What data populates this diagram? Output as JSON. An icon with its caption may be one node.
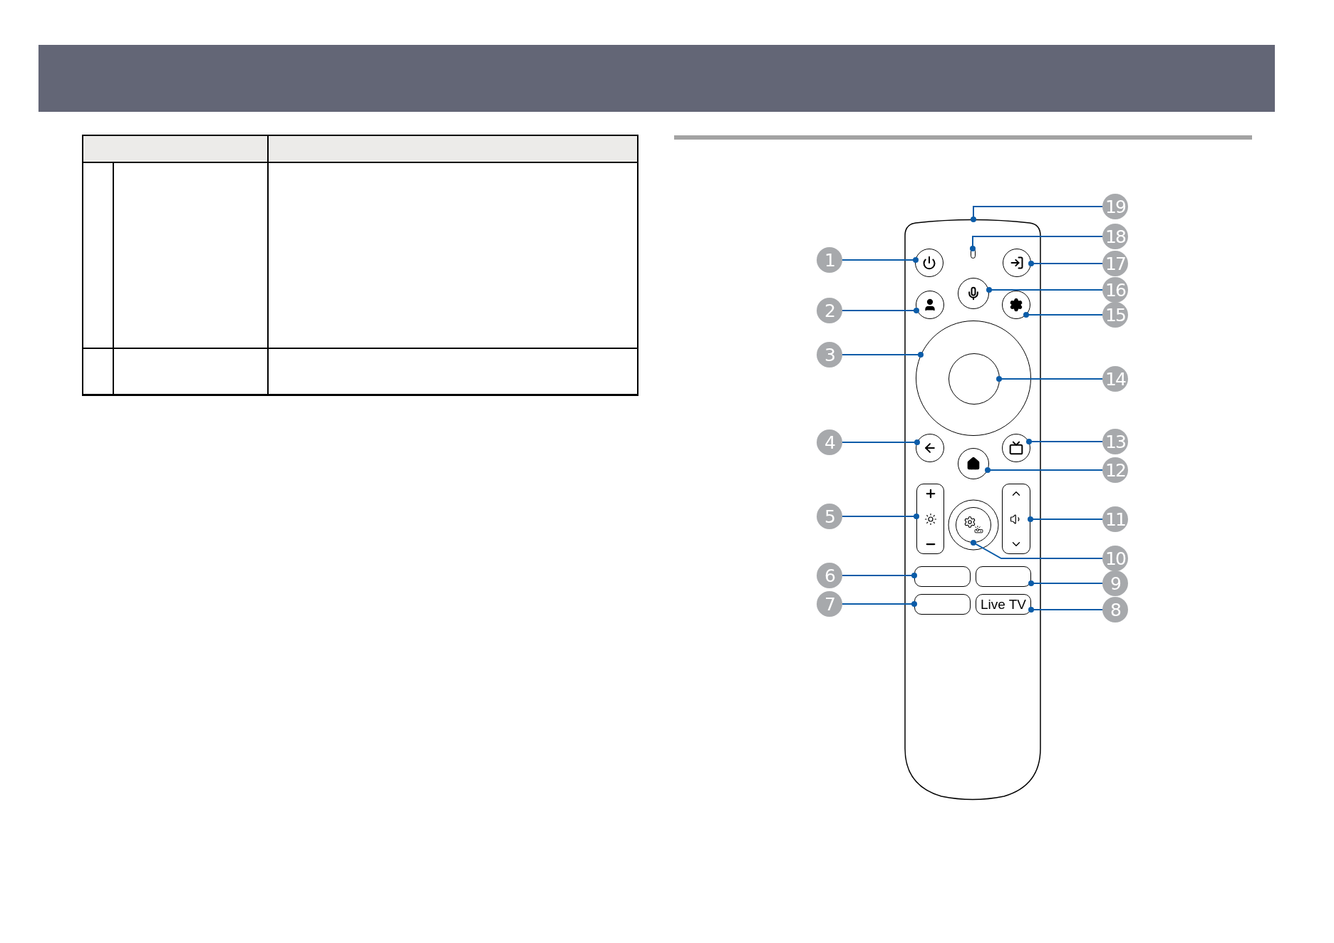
{
  "diagram": {
    "nodes": [
      {
        "text": [],
        "shape": "box"
      },
      {
        "text": [],
        "shape": "bar",
        "in": 0
      },
      {
        "text": [],
        "shape": "circle",
        "in": 0
      },
      {
        "text": [],
        "shape": "circle",
        "in": 0
      },
      {
        "text": [],
        "shape": "circle",
        "in": 0
      },
      {
        "text": [],
        "shape": "circle",
        "in": 0
      },
      {
        "text": [],
        "shape": "circle",
        "in": 0
      },
      {
        "text": [],
        "shape": "circle",
        "in": 0
      },
      {
        "text": [],
        "shape": "circle",
        "in": 7
      },
      {
        "text": [],
        "shape": "circle",
        "in": 0
      },
      {
        "text": [],
        "shape": "circle",
        "in": 0
      },
      {
        "text": [],
        "shape": "circle",
        "in": 0
      },
      {
        "text": [],
        "shape": "box",
        "in": 0
      },
      {
        "text": [],
        "shape": "circle",
        "in": 0
      },
      {
        "text": [],
        "shape": "box",
        "in": 0
      },
      {
        "text": [],
        "shape": "box",
        "in": 0
      },
      {
        "text": [],
        "shape": "box",
        "in": 0
      },
      {
        "text": [],
        "shape": "box",
        "in": 0
      },
      {
        "text": [
          "Live TV"
        ],
        "in": 0
      },
      {
        "text": [
          "1"
        ]
      },
      {
        "text": [
          "2"
        ]
      },
      {
        "text": [
          "3"
        ]
      },
      {
        "text": [
          "4"
        ]
      },
      {
        "text": [
          "5"
        ]
      },
      {
        "text": [
          "6"
        ]
      },
      {
        "text": [
          "7"
        ]
      },
      {
        "text": [
          "8"
        ]
      },
      {
        "text": [
          "9"
        ]
      },
      {
        "text": [
          "10"
        ]
      },
      {
        "text": [
          "11"
        ]
      },
      {
        "text": [
          "12"
        ]
      },
      {
        "text": [
          "13"
        ]
      },
      {
        "text": [
          "14"
        ]
      },
      {
        "text": [
          "15"
        ]
      },
      {
        "text": [
          "16"
        ]
      },
      {
        "text": [
          "17"
        ]
      },
      {
        "text": [
          "18"
        ]
      },
      {
        "text": [
          "19"
        ]
      }
    ],
    "edges": [
      {
        "from": 19,
        "to": 2,
        "arrow": "other"
      },
      {
        "from": 20,
        "to": 5,
        "arrow": "other"
      },
      {
        "from": 21,
        "to": 7,
        "arrow": "other"
      },
      {
        "from": 22,
        "to": 9,
        "arrow": "other"
      },
      {
        "from": 23,
        "to": 12,
        "arrow": "other"
      },
      {
        "from": 24,
        "to": 15,
        "arrow": "other"
      },
      {
        "from": 25,
        "to": 17,
        "arrow": "other"
      },
      {
        "from": 26,
        "to": 18,
        "arrow": "other"
      },
      {
        "from": 27,
        "to": 16,
        "arrow": "other"
      },
      {
        "from": 28,
        "to": 13,
        "arrow": "other"
      },
      {
        "from": 29,
        "to": 14,
        "arrow": "other"
      },
      {
        "from": 30,
        "to": 10,
        "arrow": "other"
      },
      {
        "from": 31,
        "to": 11,
        "arrow": "other"
      },
      {
        "from": 32,
        "to": 8,
        "arrow": "other"
      },
      {
        "from": 33,
        "to": 6,
        "arrow": "other"
      },
      {
        "from": 34,
        "to": 4,
        "arrow": "other"
      },
      {
        "from": 35,
        "to": 3,
        "arrow": "other"
      },
      {
        "from": 36,
        "to": 1,
        "arrow": "other"
      },
      {
        "from": 37,
        "to": 0,
        "arrow": "other"
      }
    ]
  }
}
